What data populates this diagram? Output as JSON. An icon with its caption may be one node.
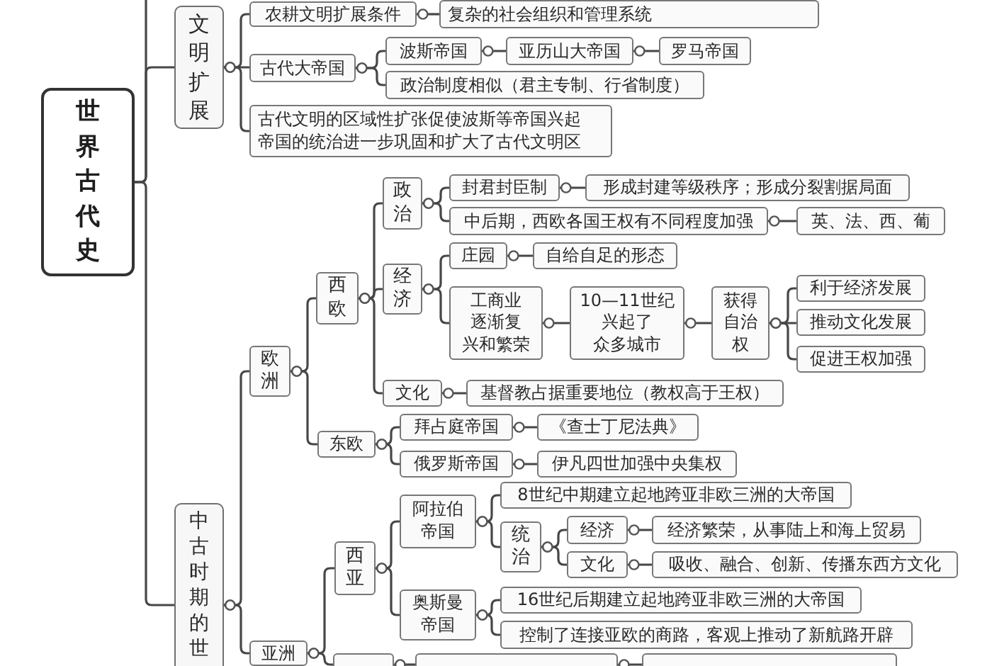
{
  "diagram": {
    "nodes": [
      {
        "text": [
          "世界古代史"
        ]
      },
      {
        "text": [
          "文明扩展"
        ]
      },
      {
        "text": [
          "农耕文明扩展条件"
        ]
      },
      {
        "text": [
          "复杂的社会组织和管理系统"
        ]
      },
      {
        "text": [
          "古代大帝国"
        ]
      },
      {
        "text": [
          "波斯帝国"
        ]
      },
      {
        "text": [
          "亚历山大帝国"
        ]
      },
      {
        "text": [
          "罗马帝国"
        ]
      },
      {
        "text": [
          "政治制度相似（君主专制、行省制度）"
        ]
      },
      {
        "text": [
          "古代文明的区域性扩张促使波斯等帝国兴起帝国的统治进一步巩固和扩大了古代文明区"
        ]
      },
      {
        "text": [
          "中古时期的世"
        ]
      },
      {
        "text": [
          "欧洲"
        ]
      },
      {
        "text": [
          "西欧"
        ]
      },
      {
        "text": [
          "政治"
        ]
      },
      {
        "text": [
          "封君封臣制"
        ]
      },
      {
        "text": [
          "形成封建等级秩序；形成分裂割据局面"
        ]
      },
      {
        "text": [
          "中后期，西欧各国王权有不同程度加强"
        ]
      },
      {
        "text": [
          "英、法、西、葡"
        ]
      },
      {
        "text": [
          "经济"
        ]
      },
      {
        "text": [
          "庄园"
        ]
      },
      {
        "text": [
          "自给自足的形态"
        ]
      },
      {
        "text": [
          "工商业逐渐复兴和繁荣"
        ]
      },
      {
        "text": [
          "10—11世纪兴起了众多城市"
        ]
      },
      {
        "text": [
          "获得自治权"
        ]
      },
      {
        "text": [
          "利于经济发展"
        ]
      },
      {
        "text": [
          "推动文化发展"
        ]
      },
      {
        "text": [
          "促进王权加强"
        ]
      },
      {
        "text": [
          "文化"
        ]
      },
      {
        "text": [
          "基督教占据重要地位（教权高于王权）"
        ]
      },
      {
        "text": [
          "东欧"
        ]
      },
      {
        "text": [
          "拜占庭帝国"
        ]
      },
      {
        "text": [
          "《查士丁尼法典》"
        ]
      },
      {
        "text": [
          "俄罗斯帝国"
        ]
      },
      {
        "text": [
          "伊凡四世加强中央集权"
        ]
      },
      {
        "text": [
          "亚洲"
        ]
      },
      {
        "text": [
          "西亚"
        ]
      },
      {
        "text": [
          "阿拉伯帝国"
        ]
      },
      {
        "text": [
          "8世纪中期建立起地跨亚非欧三洲的大帝国"
        ]
      },
      {
        "text": [
          "统治"
        ]
      },
      {
        "text": [
          "经济"
        ]
      },
      {
        "text": [
          "经济繁荣，从事陆上和海上贸易"
        ]
      },
      {
        "text": [
          "文化"
        ]
      },
      {
        "text": [
          "吸收、融合、创新、传播东西方文化"
        ]
      },
      {
        "text": [
          "奥斯曼帝国"
        ]
      },
      {
        "text": [
          "16世纪后期建立起地跨亚非欧三洲的大帝国"
        ]
      },
      {
        "text": [
          "控制了连接亚欧的商路，客观上推动了新航路开辟"
        ]
      },
      {
        "text": [],
        "shape": "box"
      },
      {
        "text": [],
        "shape": "box"
      },
      {
        "text": [],
        "shape": "box"
      }
    ],
    "edges": [
      {
        "from": 0,
        "to": 1,
        "arrow": "none"
      },
      {
        "from": 0,
        "to": 10,
        "arrow": "none"
      },
      {
        "from": 0,
        "to": null,
        "arrow": "none"
      },
      {
        "from": 1,
        "to": 2,
        "arrow": "other"
      },
      {
        "from": 1,
        "to": 4,
        "arrow": "other"
      },
      {
        "from": 1,
        "to": 9,
        "arrow": "other"
      },
      {
        "from": 2,
        "to": 3,
        "arrow": "other"
      },
      {
        "from": 4,
        "to": 5,
        "arrow": "other"
      },
      {
        "from": 4,
        "to": 8,
        "arrow": "other"
      },
      {
        "from": 5,
        "to": 6,
        "arrow": "other"
      },
      {
        "from": 6,
        "to": 7,
        "arrow": "other"
      },
      {
        "from": 10,
        "to": 11,
        "arrow": "other"
      },
      {
        "from": 10,
        "to": 34,
        "arrow": "other"
      },
      {
        "from": 11,
        "to": 12,
        "arrow": "other"
      },
      {
        "from": 11,
        "to": 29,
        "arrow": "other"
      },
      {
        "from": 12,
        "to": 13,
        "arrow": "other"
      },
      {
        "from": 12,
        "to": 18,
        "arrow": "other"
      },
      {
        "from": 12,
        "to": 27,
        "arrow": "other"
      },
      {
        "from": 13,
        "to": 14,
        "arrow": "other"
      },
      {
        "from": 13,
        "to": 16,
        "arrow": "other"
      },
      {
        "from": 14,
        "to": 15,
        "arrow": "other"
      },
      {
        "from": 16,
        "to": 17,
        "arrow": "other"
      },
      {
        "from": 18,
        "to": 19,
        "arrow": "other"
      },
      {
        "from": 18,
        "to": 21,
        "arrow": "other"
      },
      {
        "from": 19,
        "to": 20,
        "arrow": "other"
      },
      {
        "from": 21,
        "to": 22,
        "arrow": "other"
      },
      {
        "from": 22,
        "to": 23,
        "arrow": "other"
      },
      {
        "from": 23,
        "to": 24,
        "arrow": "other"
      },
      {
        "from": 23,
        "to": 25,
        "arrow": "other"
      },
      {
        "from": 23,
        "to": 26,
        "arrow": "other"
      },
      {
        "from": 27,
        "to": 28,
        "arrow": "other"
      },
      {
        "from": 29,
        "to": 30,
        "arrow": "other"
      },
      {
        "from": 29,
        "to": 32,
        "arrow": "other"
      },
      {
        "from": 30,
        "to": 31,
        "arrow": "other"
      },
      {
        "from": 32,
        "to": 33,
        "arrow": "other"
      },
      {
        "from": 34,
        "to": 35,
        "arrow": "other"
      },
      {
        "from": 35,
        "to": 36,
        "arrow": "other"
      },
      {
        "from": 35,
        "to": 43,
        "arrow": "other"
      },
      {
        "from": 36,
        "to": 37,
        "arrow": "other"
      },
      {
        "from": 36,
        "to": 38,
        "arrow": "other"
      },
      {
        "from": 38,
        "to": 39,
        "arrow": "other"
      },
      {
        "from": 38,
        "to": 41,
        "arrow": "other"
      },
      {
        "from": 39,
        "to": 40,
        "arrow": "other"
      },
      {
        "from": 41,
        "to": 42,
        "arrow": "other"
      },
      {
        "from": 43,
        "to": 44,
        "arrow": "other"
      },
      {
        "from": 43,
        "to": 45,
        "arrow": "other"
      },
      {
        "from": 34,
        "to": 46,
        "arrow": "other"
      },
      {
        "from": 46,
        "to": 47,
        "arrow": "other"
      },
      {
        "from": 47,
        "to": 48,
        "arrow": "other"
      }
    ]
  }
}
